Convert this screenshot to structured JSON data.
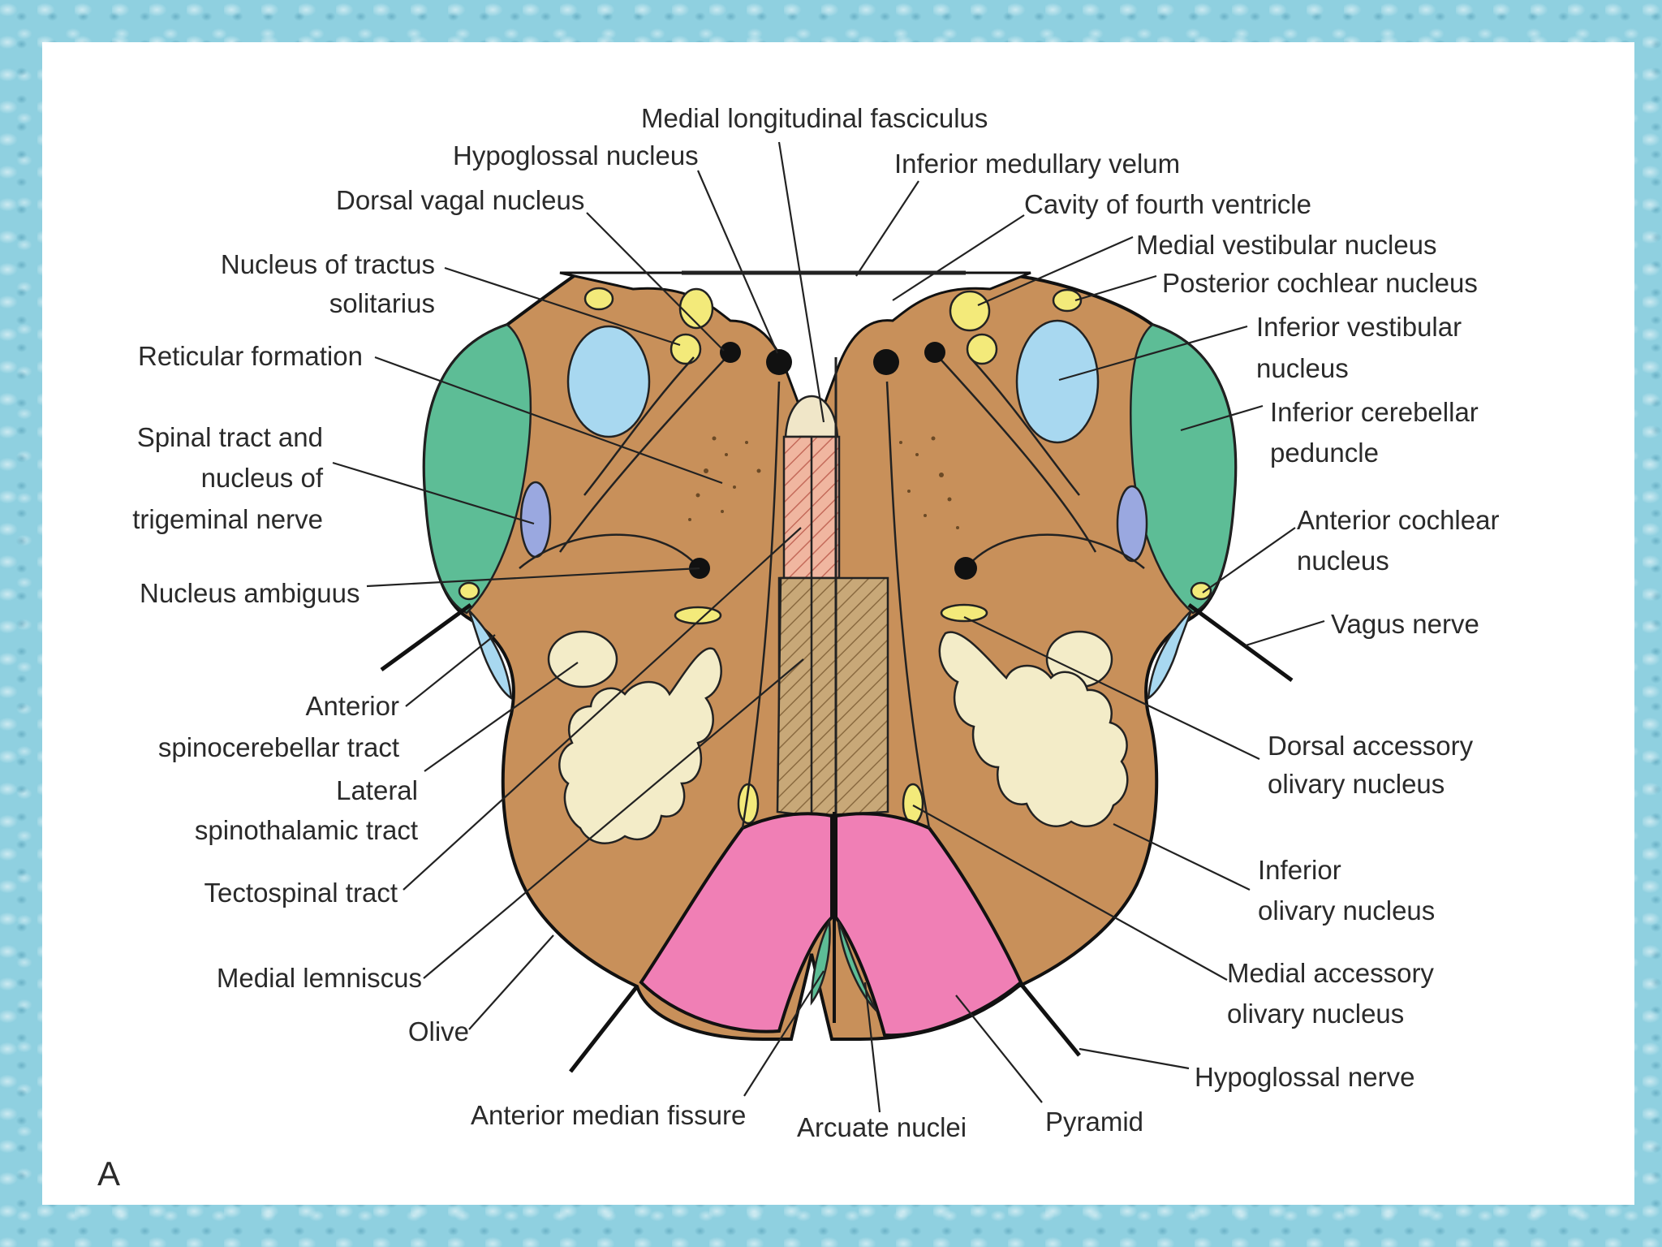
{
  "figure_letter": "A",
  "colors": {
    "tissue": "#c8905a",
    "pyramid": "#f07fb5",
    "cerebellar_peduncle": "#5dbd96",
    "vestibular": "#a8d8f0",
    "olivary": "#f3ecc8",
    "small_nucleus": "#f3ea7a",
    "trigeminal": "#9aa8e0",
    "medial_lemniscus": "#c8a878",
    "tectospinal": "#f0b6a0",
    "mlf": "#f0e6c8"
  },
  "labels": {
    "mlf": "Medial longitudinal fasciculus",
    "hypoglossal_nucleus": "Hypoglossal nucleus",
    "inferior_medullary_velum": "Inferior medullary velum",
    "dorsal_vagal_nucleus": "Dorsal vagal nucleus",
    "cavity_fourth_ventricle": "Cavity of fourth ventricle",
    "medial_vestibular_nucleus": "Medial vestibular nucleus",
    "tractus_solitarius_1": "Nucleus of tractus",
    "tractus_solitarius_2": "solitarius",
    "posterior_cochlear_nucleus": "Posterior cochlear nucleus",
    "reticular_formation": "Reticular formation",
    "inferior_vestibular_1": "Inferior vestibular",
    "inferior_vestibular_2": "nucleus",
    "inferior_cerebellar_1": "Inferior cerebellar",
    "inferior_cerebellar_2": "peduncle",
    "spinal_tract_1": "Spinal tract and",
    "spinal_tract_2": "nucleus of",
    "spinal_tract_3": "trigeminal nerve",
    "anterior_cochlear_1": "Anterior cochlear",
    "anterior_cochlear_2": "nucleus",
    "nucleus_ambiguus": "Nucleus ambiguus",
    "vagus_nerve": "Vagus nerve",
    "ant_spinocerebellar_1": "Anterior",
    "ant_spinocerebellar_2": "spinocerebellar tract",
    "dorsal_accessory_1": "Dorsal accessory",
    "dorsal_accessory_2": "olivary nucleus",
    "lat_spinothalamic_1": "Lateral",
    "lat_spinothalamic_2": "spinothalamic tract",
    "inferior_olivary_1": "Inferior",
    "inferior_olivary_2": "olivary nucleus",
    "tectospinal_tract": "Tectospinal tract",
    "medial_accessory_1": "Medial accessory",
    "medial_accessory_2": "olivary nucleus",
    "medial_lemniscus": "Medial lemniscus",
    "olive": "Olive",
    "hypoglossal_nerve": "Hypoglossal nerve",
    "anterior_median_fissure": "Anterior median fissure",
    "arcuate_nuclei": "Arcuate nuclei",
    "pyramid": "Pyramid"
  }
}
